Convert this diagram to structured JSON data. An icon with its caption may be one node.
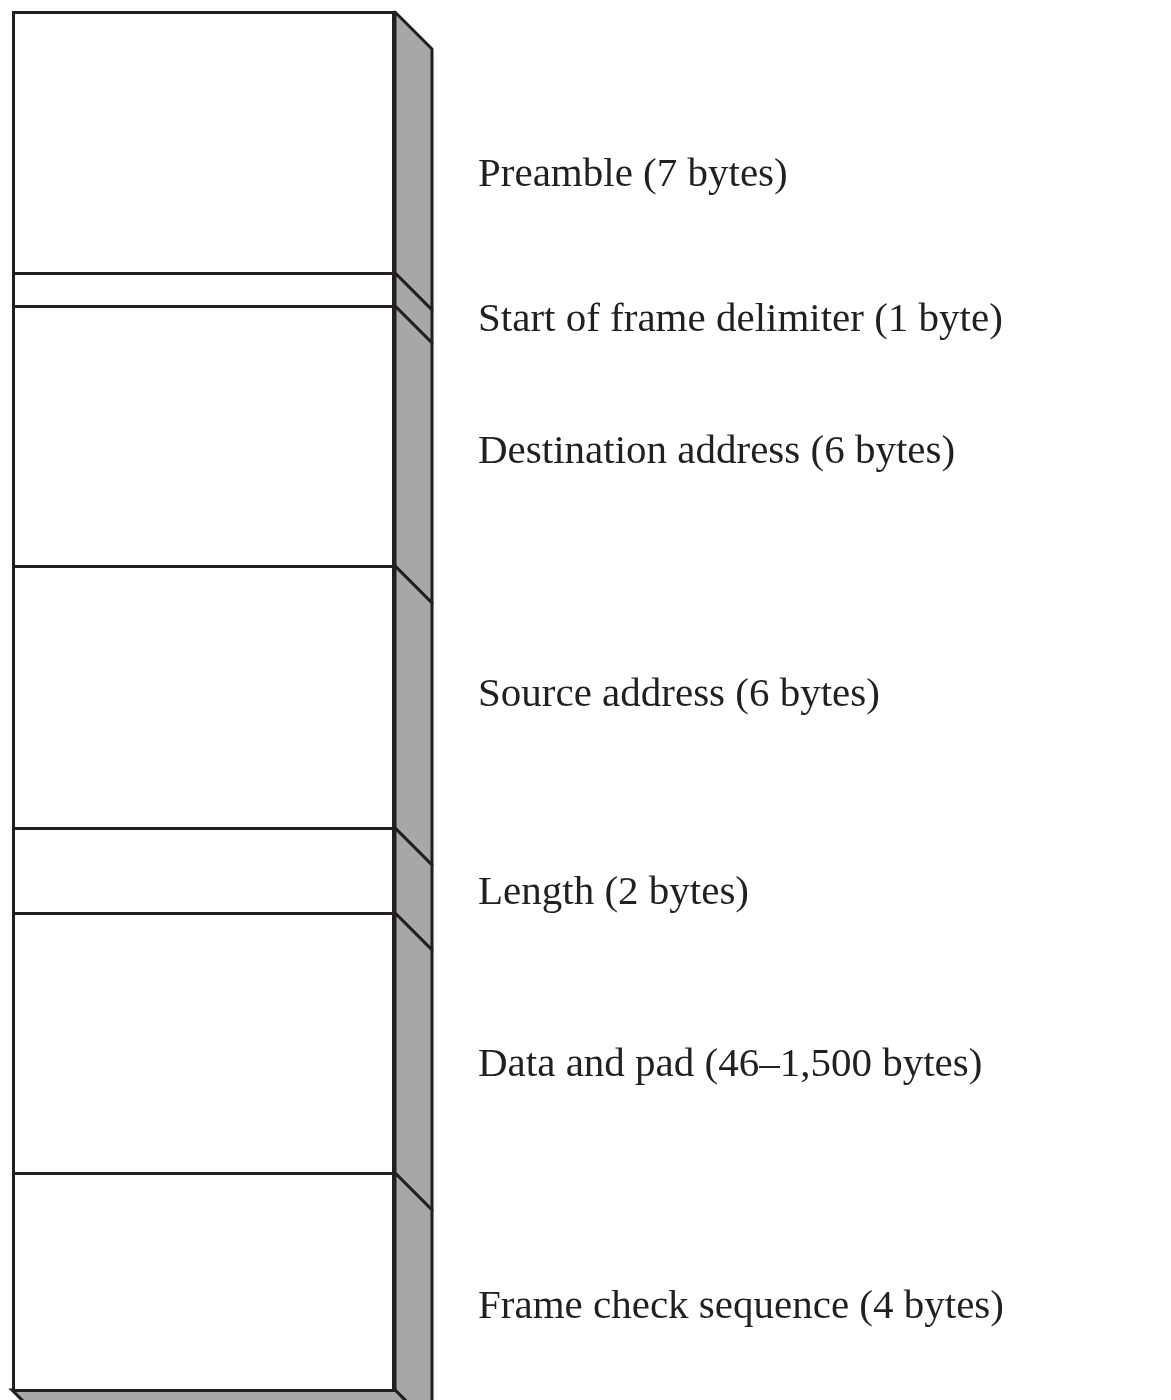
{
  "diagram": {
    "nodes": [
      {
        "text": [],
        "shape": "box",
        "beside": [
          "Preamble (7 bytes)"
        ]
      },
      {
        "text": [],
        "shape": "box",
        "beside": [
          "Start of frame delimiter (1 byte)"
        ]
      },
      {
        "text": [],
        "shape": "box",
        "beside": [
          "Destination address (6 bytes)"
        ]
      },
      {
        "text": [],
        "shape": "box",
        "beside": [
          "Source address (6 bytes)"
        ]
      },
      {
        "text": [],
        "shape": "box",
        "beside": [
          "Length (2 bytes)"
        ]
      },
      {
        "text": [],
        "shape": "box",
        "beside": [
          "Data and pad (46–1,500 bytes)"
        ]
      },
      {
        "text": [],
        "shape": "box",
        "beside": [
          "Frame check sequence (4 bytes)"
        ]
      }
    ]
  }
}
